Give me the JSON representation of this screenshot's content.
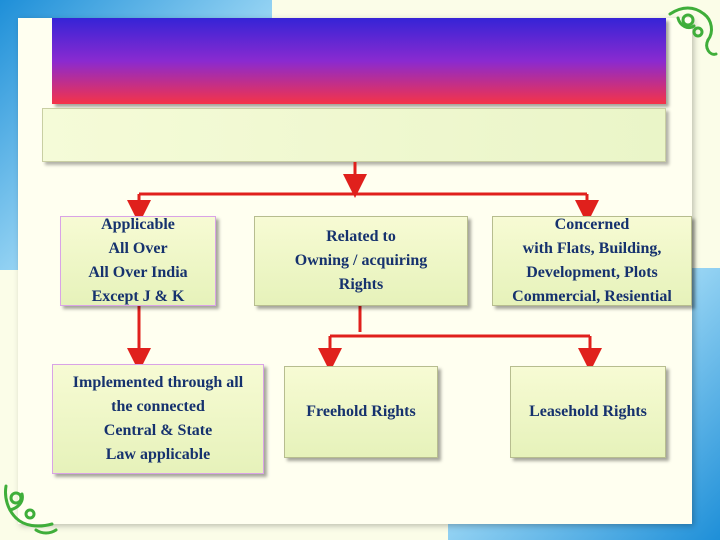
{
  "nodes": {
    "applicable": "Applicable\nAll Over\nAll Over India\nExcept J & K",
    "related": "Related to\nOwning / acquiring\nRights",
    "concerned": "Concerned\nwith Flats, Building,\nDevelopment, Plots\nCommercial, Resiential",
    "implemented": "Implemented through all\nthe connected\nCentral & State\nLaw applicable",
    "freehold": "Freehold Rights",
    "leasehold": "Leasehold Rights"
  },
  "colors": {
    "connector": "#e0201c",
    "node_text": "#16326e",
    "title_gradient_top": "#3524d6",
    "title_gradient_bottom": "#f53348",
    "frame_blue": "#1e8fd8",
    "flourish_green": "#3fae3a"
  },
  "icons": [
    "floral-flourish-icon"
  ]
}
